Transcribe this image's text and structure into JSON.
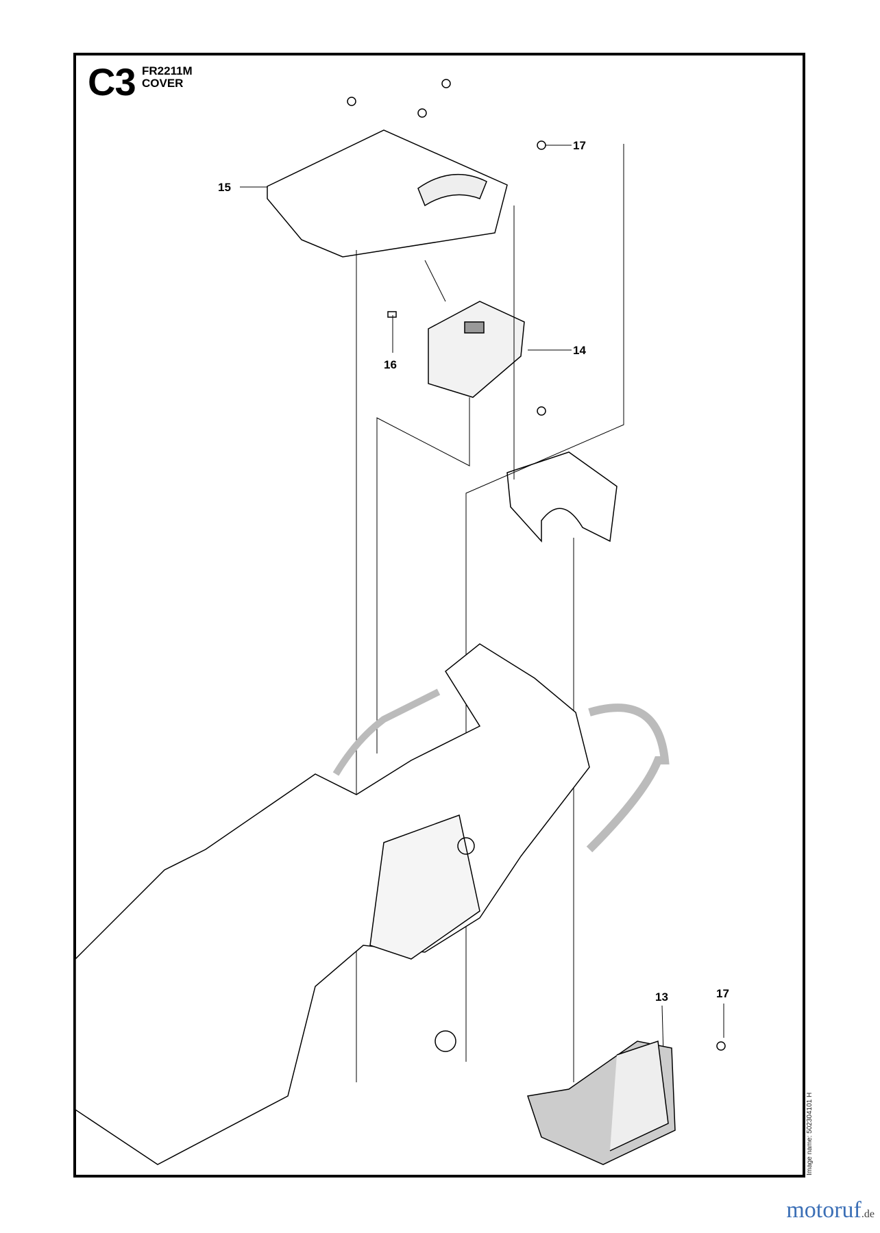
{
  "header": {
    "code": "C3",
    "model": "FR2211M",
    "title": "COVER"
  },
  "callouts": [
    "15",
    "17",
    "16",
    "14",
    "13",
    "17"
  ],
  "image_name": "Image name: 502304101 H",
  "watermark": {
    "name": "motoruf",
    "tld": ".de",
    "colors": [
      "#3b6fb6",
      "#2e9a48",
      "#e8433a",
      "#f2b21b",
      "#9b59b6"
    ]
  }
}
